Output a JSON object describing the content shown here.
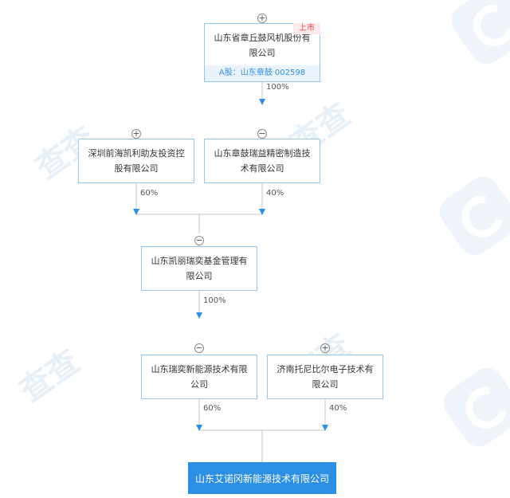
{
  "watermark": {
    "text": "查查",
    "url": "qcc.com"
  },
  "nodes": {
    "root": {
      "name": "山东省章丘鼓风机股份有限公司",
      "tag": "上市",
      "stock": "A股：山东章鼓 002598",
      "toggle": "+"
    },
    "shenzhen": {
      "name": "深圳前海凯利助友投资控股有限公司",
      "toggle": "+"
    },
    "jingmi": {
      "name": "山东章鼓瑞益精密制造技术有限公司",
      "toggle": "−"
    },
    "fund": {
      "name": "山东凯丽瑞奕基金管理有限公司",
      "toggle": "−"
    },
    "ruiyi": {
      "name": "山东瑞奕新能源技术有限公司",
      "toggle": "−"
    },
    "jinan": {
      "name": "济南托尼比尔电子技术有限公司",
      "toggle": "+"
    },
    "target": {
      "name": "山东艾诺冈新能源技术有限公司"
    }
  },
  "edges": {
    "root_to_jingmi": "100%",
    "shenzhen_to_fund": "60%",
    "jingmi_to_fund": "40%",
    "fund_to_ruiyi": "100%",
    "ruiyi_to_target": "60%",
    "jinan_to_target": "40%"
  },
  "colors": {
    "line": "#c6c6c6",
    "arrow": "#2d8fe4",
    "border": "#96c8ef",
    "target_bg": "#2d8fe4",
    "tag_text": "#e5484d"
  }
}
